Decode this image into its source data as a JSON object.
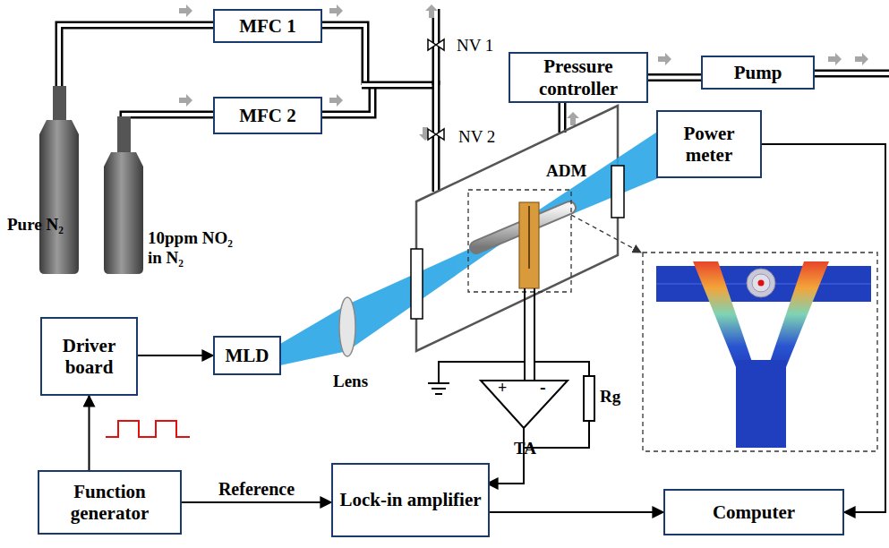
{
  "diagram": {
    "nodes": [
      {
        "text": [
          "MFC 1"
        ]
      },
      {
        "text": [
          "MFC 2"
        ]
      },
      {
        "text": [
          "Pressure controller"
        ]
      },
      {
        "text": [
          "Pump"
        ]
      },
      {
        "text": [
          "Power meter"
        ]
      },
      {
        "text": [
          "Driver board"
        ]
      },
      {
        "text": [
          "MLD"
        ]
      },
      {
        "text": [
          "Function generator"
        ]
      },
      {
        "text": [
          "Lock-in amplifier"
        ]
      },
      {
        "text": [
          "Computer"
        ]
      }
    ],
    "edges": [
      {
        "from": 2,
        "to": 3,
        "arrow": "none"
      },
      {
        "from": 5,
        "to": 6,
        "arrow": "to"
      },
      {
        "from": 7,
        "to": 5,
        "arrow": "to"
      },
      {
        "from": 7,
        "to": 8,
        "label": "Reference",
        "arrow": "to"
      },
      {
        "from": 8,
        "to": 9,
        "arrow": "to"
      },
      {
        "from": 4,
        "to": 9,
        "arrow": "to"
      }
    ],
    "labels": [
      "NV 1",
      "NV 2",
      "ADM",
      "Pure N₂",
      "10ppm NO₂ in N₂",
      "Lens",
      "+",
      "-",
      "TA",
      "Rg"
    ]
  }
}
